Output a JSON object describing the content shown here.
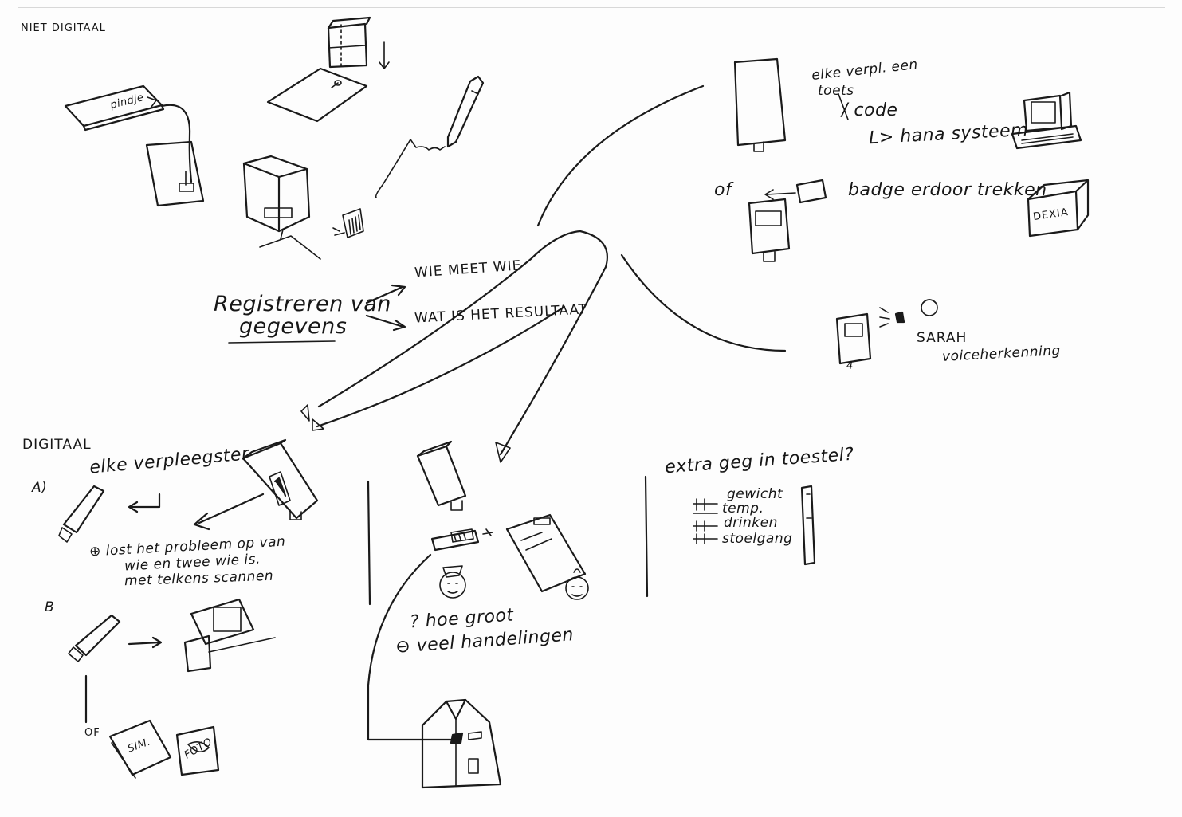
{
  "sections": {
    "niet_digitaal": "NIET DIGITAAL",
    "digitaal": "DIGITAAL"
  },
  "center": {
    "title_line1": "Registreren van",
    "title_line2": "gegevens",
    "branch1": "WIE MEET WIE",
    "branch2": "WAT IS HET RESULTAAT"
  },
  "top_left": {
    "card_label": "pindje"
  },
  "right": {
    "device1_text": "elke verpl. een",
    "device1_text2": "toets",
    "device1_code": "/ code",
    "device1_sub": "L> hana systeem",
    "badge_of": "of",
    "badge_text": "badge erdoor trekken",
    "box_label": "DEXIA",
    "voice_name": "SARAH",
    "voice_text": "voiceherkenning",
    "voice_mark": "4"
  },
  "digitaal_left": {
    "title": "elke verpleegster",
    "label_a": "A)",
    "label_b": "B",
    "note_line1": "⊕ lost het probleem op van",
    "note_line2": "wie en twee wie is.",
    "note_line3": "met telkens scannen",
    "of_label": "OF",
    "card1": "SIM.",
    "card2": "FOTO"
  },
  "digitaal_middle": {
    "question": "? hoe groot",
    "minus": "⊖ veel handelingen"
  },
  "extra": {
    "title": "extra geg in toestel?",
    "items": [
      "gewicht",
      "temp.",
      "drinken",
      "stoelgang"
    ]
  }
}
